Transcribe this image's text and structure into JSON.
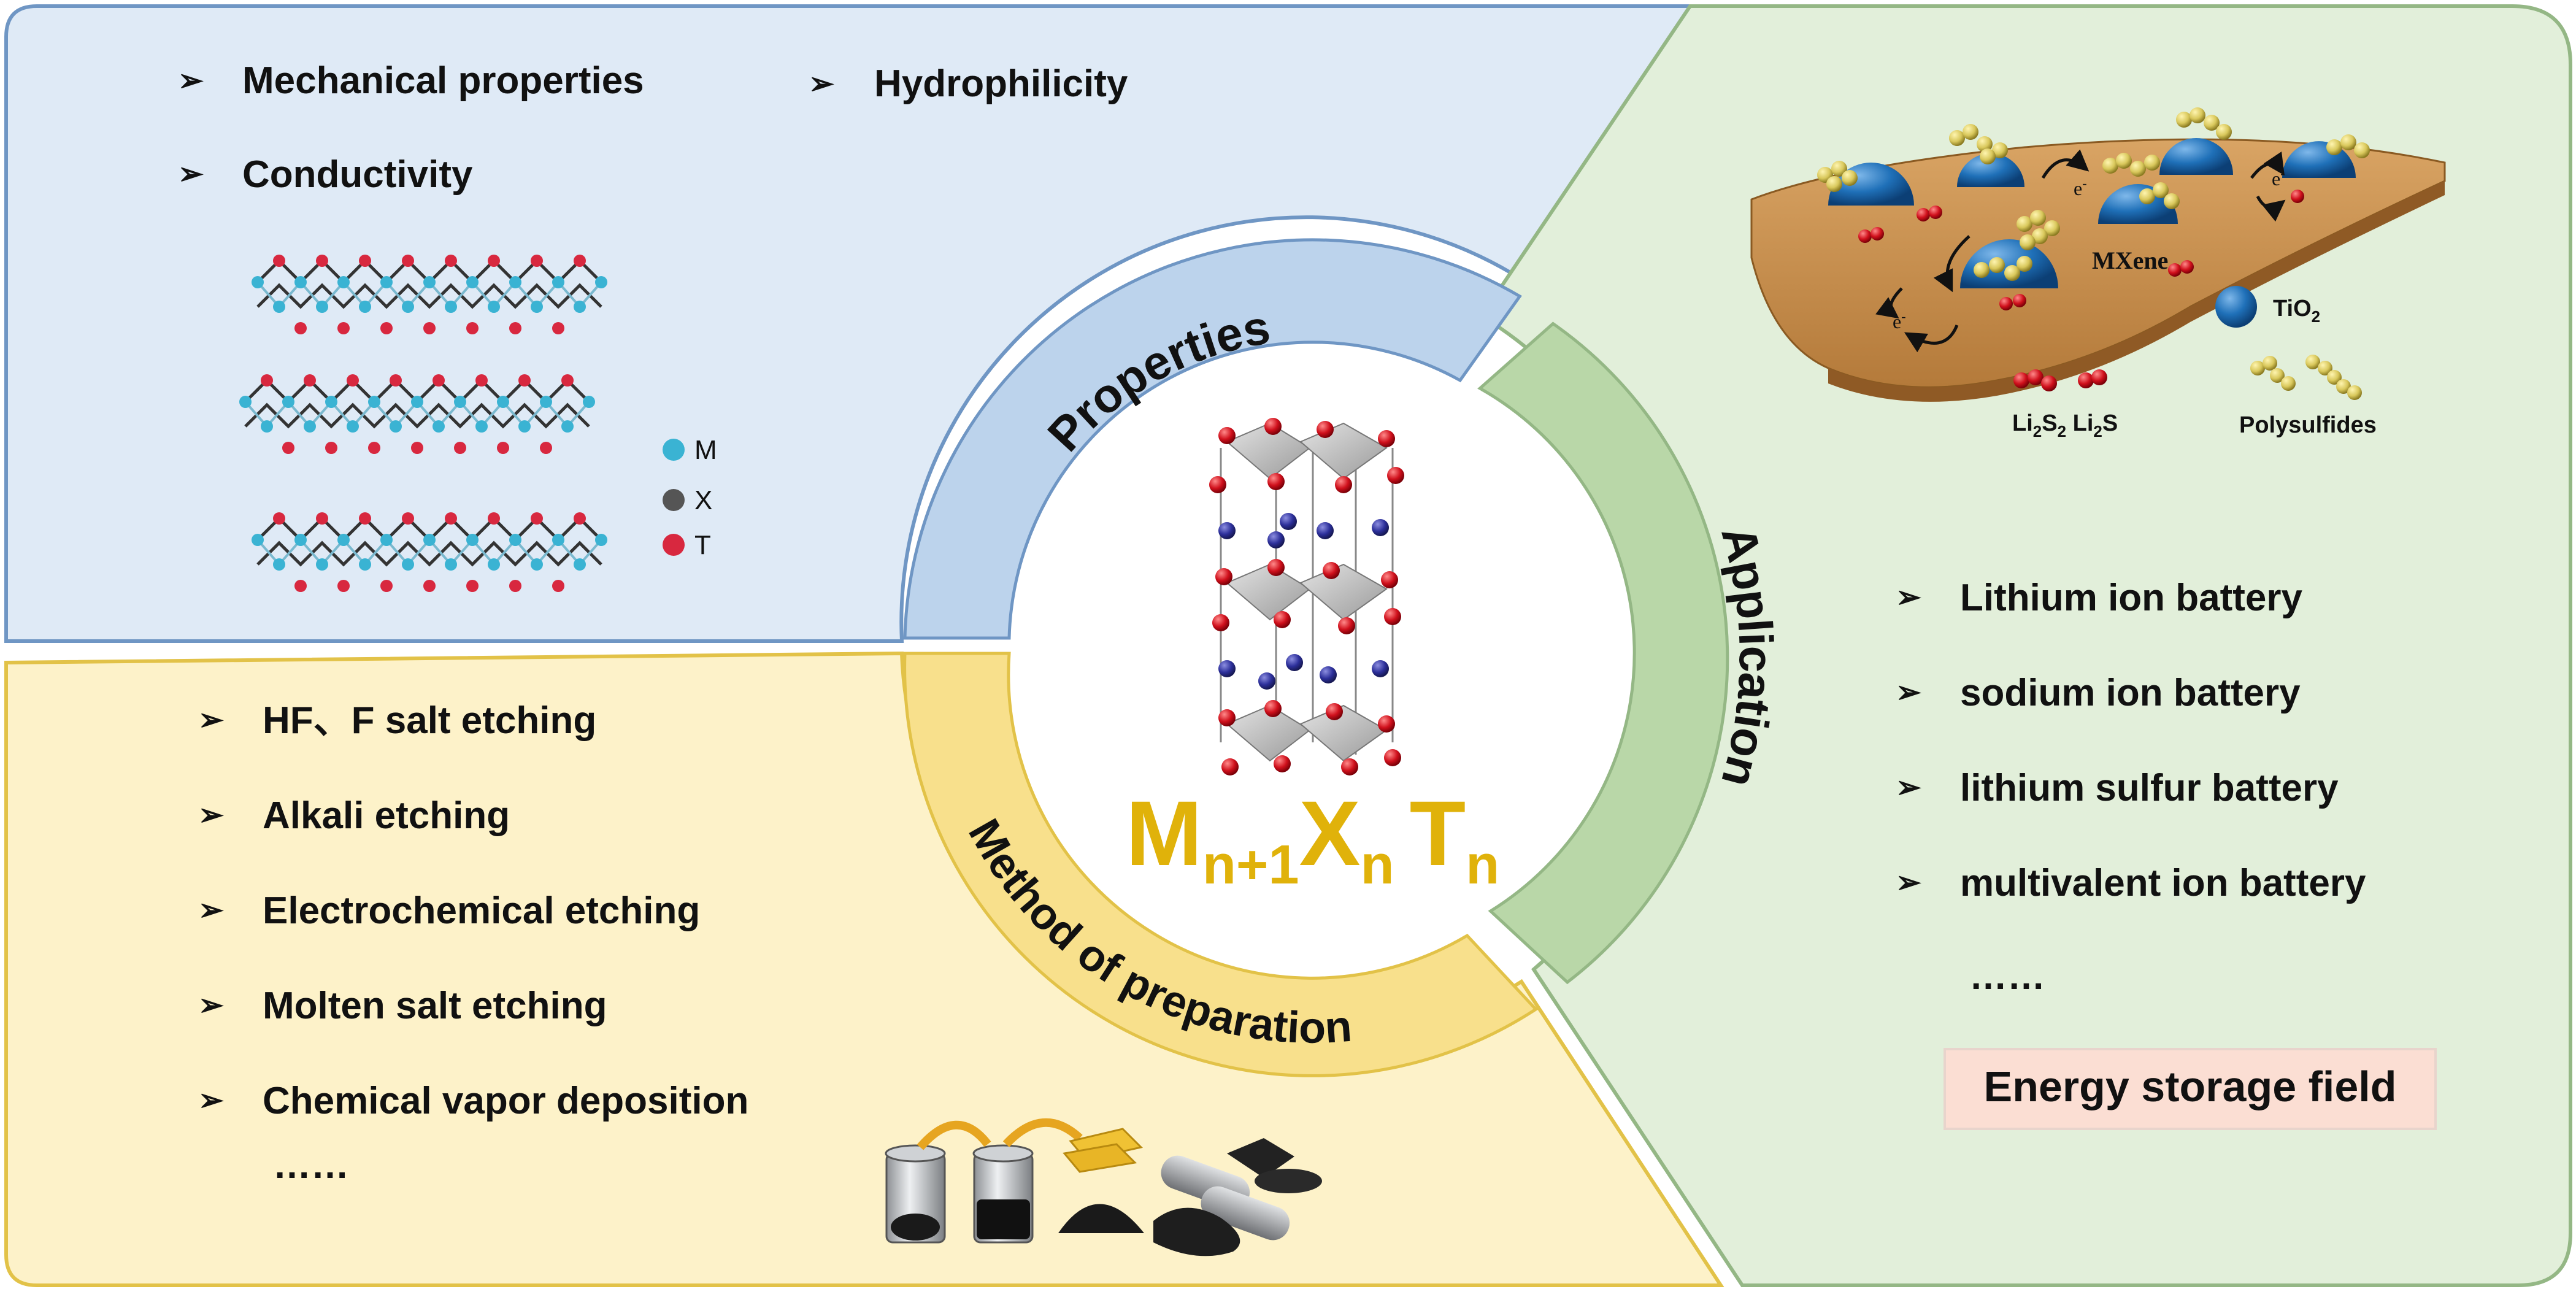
{
  "colors": {
    "properties_fill": "#dfeaf6",
    "properties_stroke": "#6f96c4",
    "properties_ring": "#bcd3ec",
    "preparation_fill": "#fdf2c9",
    "preparation_stroke": "#e2c248",
    "preparation_ring": "#f8e08c",
    "application_fill": "#e2efda",
    "application_stroke": "#94b785",
    "application_ring": "#b9d7a8",
    "formula": "#e0b20a",
    "energy_box": "#fbded3",
    "atom_m": "#3ab3d3",
    "atom_x": "#555555",
    "atom_t": "#d8283f",
    "tio2": "#1f70b8",
    "polysulfide": "#d9c85c"
  },
  "bullet_symbol": "➢",
  "properties": {
    "ring_label": "Properties",
    "items": [
      "Mechanical properties",
      "Hydrophilicity",
      "Conductivity"
    ],
    "legend": [
      {
        "label": "M",
        "color": "#3ab3d3"
      },
      {
        "label": "X",
        "color": "#555555"
      },
      {
        "label": "T",
        "color": "#d8283f"
      }
    ]
  },
  "preparation": {
    "ring_label": "Method of preparation",
    "items": [
      "HF、F salt etching",
      "Alkali etching",
      "Electrochemical etching",
      "Molten salt etching",
      "Chemical vapor deposition"
    ],
    "ellipsis": "……"
  },
  "application": {
    "ring_label": "Application",
    "items": [
      "Lithium ion battery",
      "sodium ion battery",
      "lithium sulfur battery",
      "multivalent ion battery"
    ],
    "ellipsis": "……",
    "field_label": "Energy storage field",
    "illustration": {
      "substrate_label": "MXene",
      "electron_label": "e",
      "electron_sup": "-",
      "tio2_label": "TiO",
      "tio2_sub": "2",
      "li2s2_li2s": {
        "p1": "Li",
        "s1": "2",
        "p2": "S",
        "s2": "2",
        "p3": " Li",
        "s3": "2",
        "p4": "S"
      },
      "polysulfides_label": "Polysulfides"
    }
  },
  "formula": {
    "m": "M",
    "m_sub": "n+1",
    "x": "X",
    "x_sub": "n",
    "t": "T",
    "t_sub": "n"
  }
}
